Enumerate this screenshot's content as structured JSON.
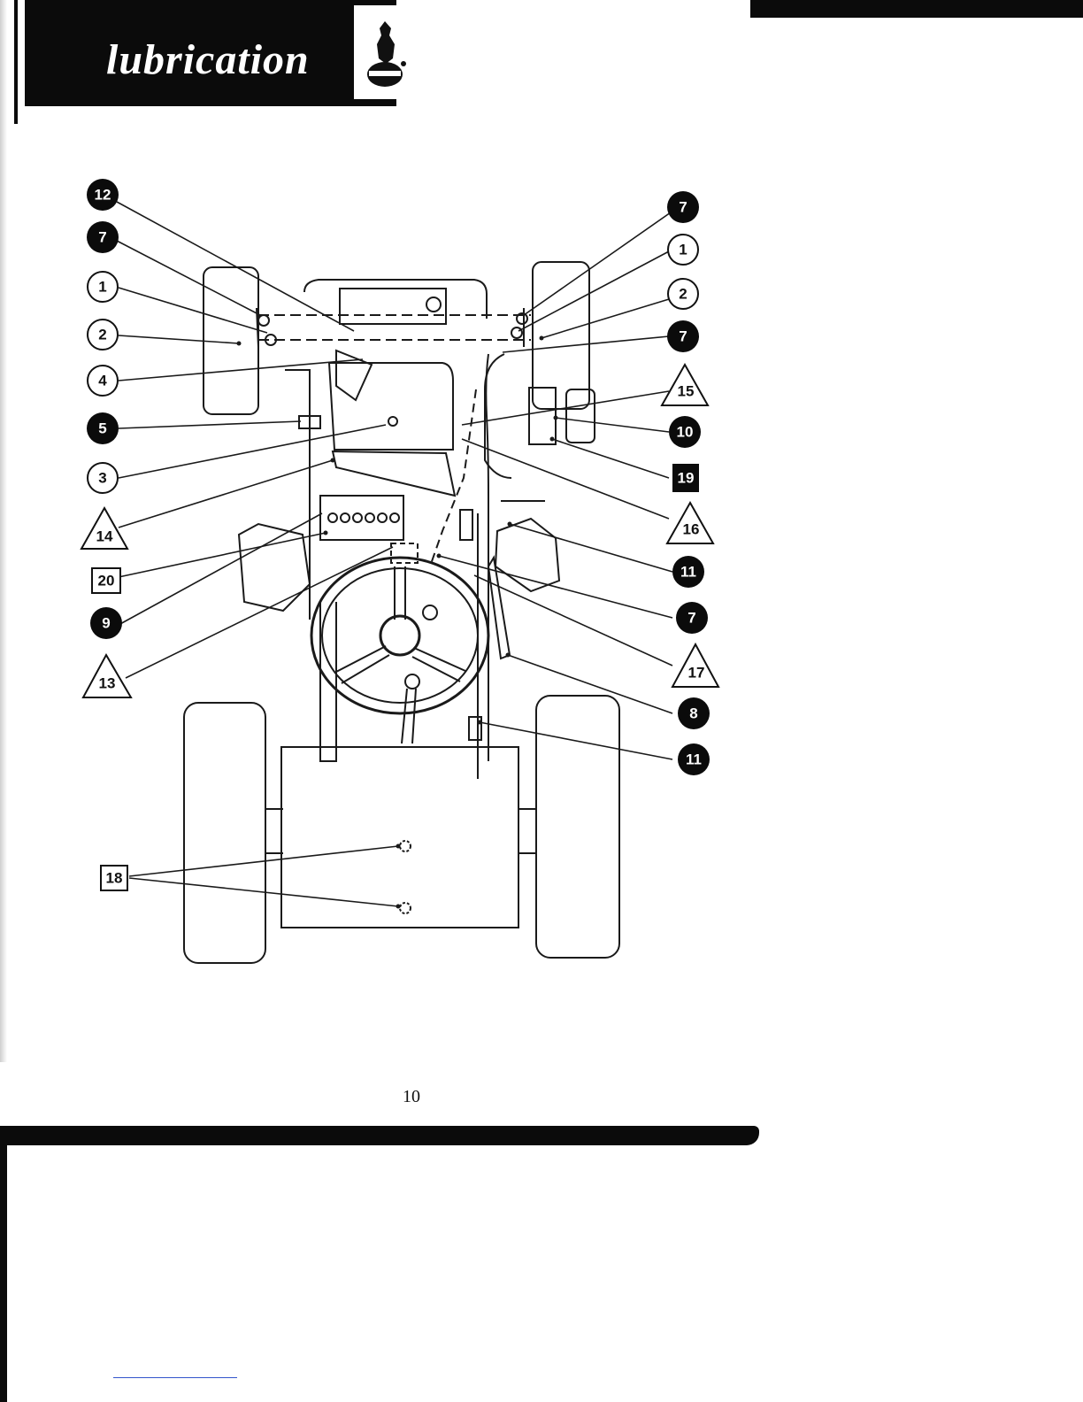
{
  "header": {
    "title": "lubrication",
    "logo_icon": "eagle-emblem-icon"
  },
  "page_number": "10",
  "callouts": {
    "l12": "12",
    "l7": "7",
    "l1": "1",
    "l2": "2",
    "l4": "4",
    "l5": "5",
    "l3": "3",
    "l14": "14",
    "l20": "20",
    "l9": "9",
    "l13": "13",
    "l18": "18",
    "r7a": "7",
    "r1": "1",
    "r2": "2",
    "r7b": "7",
    "r15": "15",
    "r10": "10",
    "r19": "19",
    "r16": "16",
    "r11a": "11",
    "r7c": "7",
    "r17": "17",
    "r8": "8",
    "r11b": "11"
  },
  "legend_shapes": {
    "filled_circle": "#0b0b0b",
    "open_circle": "#ffffff",
    "triangle": "#ffffff",
    "open_square": "#ffffff",
    "filled_square": "#0b0b0b"
  }
}
